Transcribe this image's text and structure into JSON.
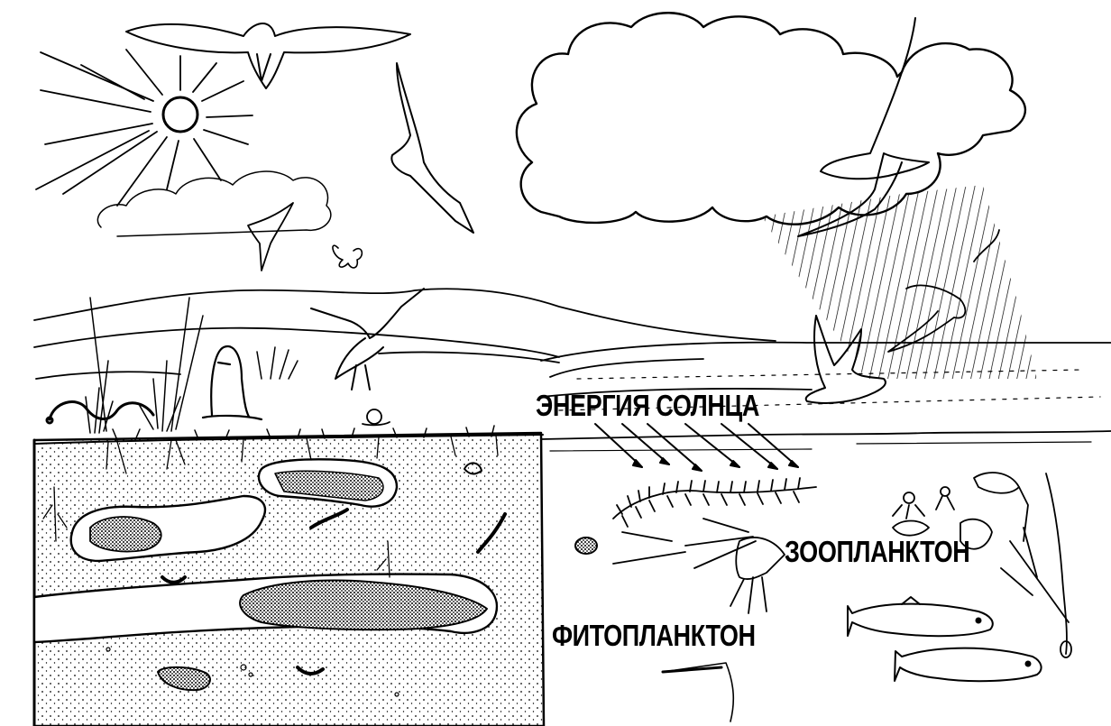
{
  "labels": {
    "sun_energy": "ЭНЕРГИЯ СОЛНЦА",
    "zooplankton": "ЗООПЛАНКТОН",
    "phytoplankton": "ФИТОПЛАНКТОН"
  },
  "icons": [
    "sun-icon",
    "cloud-icon",
    "rain-icon",
    "eagle-icon",
    "hawk-icon",
    "swallow-icon",
    "butterfly-icon",
    "seagull-icon",
    "albatross-icon",
    "heron-icon",
    "gopher-icon",
    "snake-icon",
    "snail-icon",
    "mole-icon",
    "earthworm-icon",
    "larva-icon",
    "fish-icon",
    "crustacean-icon",
    "copepod-icon"
  ],
  "colors": {
    "ink": "#000000",
    "paper": "#ffffff"
  }
}
